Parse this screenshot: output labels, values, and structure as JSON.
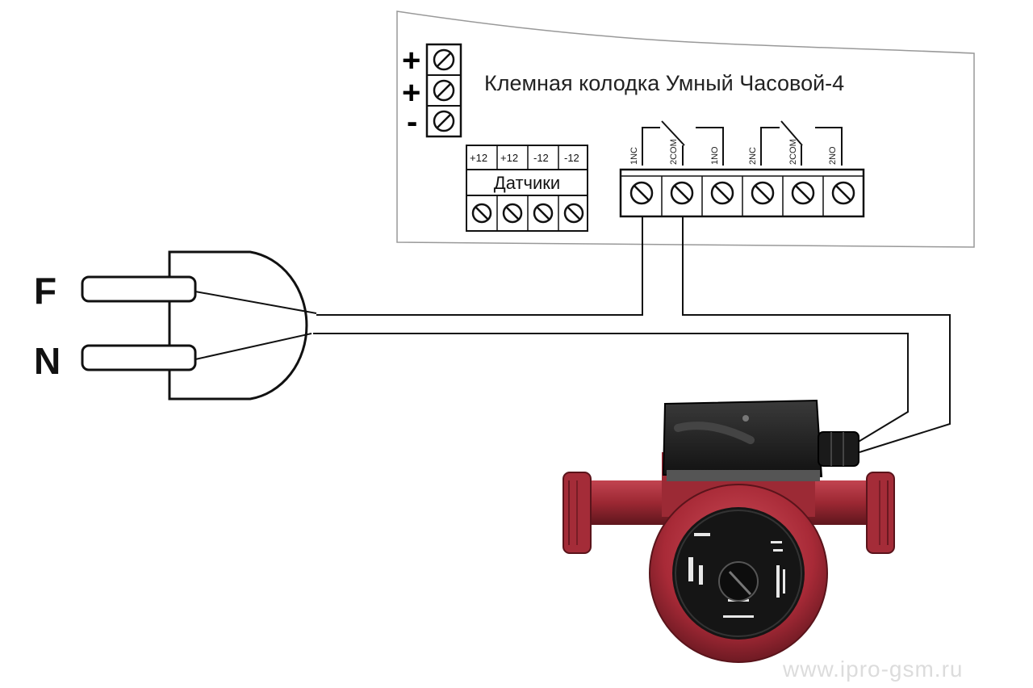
{
  "board": {
    "title": "Клемная колодка Умный Часовой-4",
    "power_signs": [
      "+",
      "+",
      "-"
    ]
  },
  "sensors": {
    "label": "Датчики",
    "terminals": [
      "+12",
      "+12",
      "-12",
      "-12"
    ]
  },
  "relays": {
    "terminals": [
      "1NC",
      "2COM",
      "1NO",
      "2NC",
      "2COM",
      "2NO"
    ]
  },
  "plug": {
    "pins": [
      "F",
      "N"
    ]
  },
  "watermark": "www.ipro-gsm.ru",
  "colors": {
    "pump_body": "#b0303c",
    "pump_box": "#1c1c1c",
    "panel_border": "#999999"
  }
}
